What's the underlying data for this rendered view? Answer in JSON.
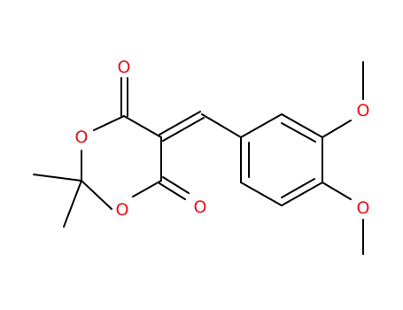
{
  "molecule": {
    "atoms": {
      "o_carbonyl_top": {
        "symbol": "O",
        "color": "#e8101a"
      },
      "o_ring_left": {
        "symbol": "O",
        "color": "#e8101a"
      },
      "o_ring_bottom": {
        "symbol": "O",
        "color": "#e8101a"
      },
      "o_carbonyl_bottom": {
        "symbol": "O",
        "color": "#e8101a"
      },
      "o_methoxy_meta": {
        "symbol": "O",
        "color": "#e8101a"
      },
      "o_methoxy_para": {
        "symbol": "O",
        "color": "#e8101a"
      }
    },
    "bond_color": "#000000"
  }
}
